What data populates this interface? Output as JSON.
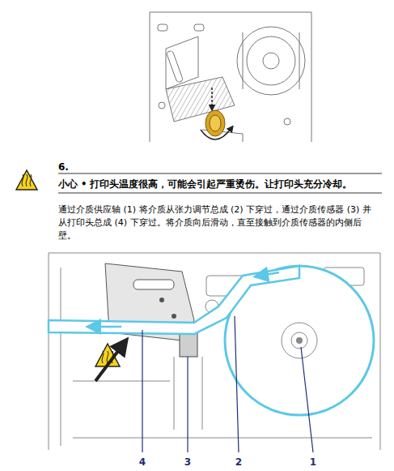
{
  "diagram": {
    "labels": [
      "6.",
      "小心 • 打印头温度很高，可能会引起严重烫伤。让打印头充分冷却。",
      "通过介质供应轴 (1) 将介质从张力调节总成 (2) 下穿过，通过介质传感器 (3) 并从打印头总成 (4) 下穿过。将介质向后滑动，直至接触到介质传感器的内侧后壁。",
      "4",
      "3",
      "2",
      "1"
    ]
  }
}
